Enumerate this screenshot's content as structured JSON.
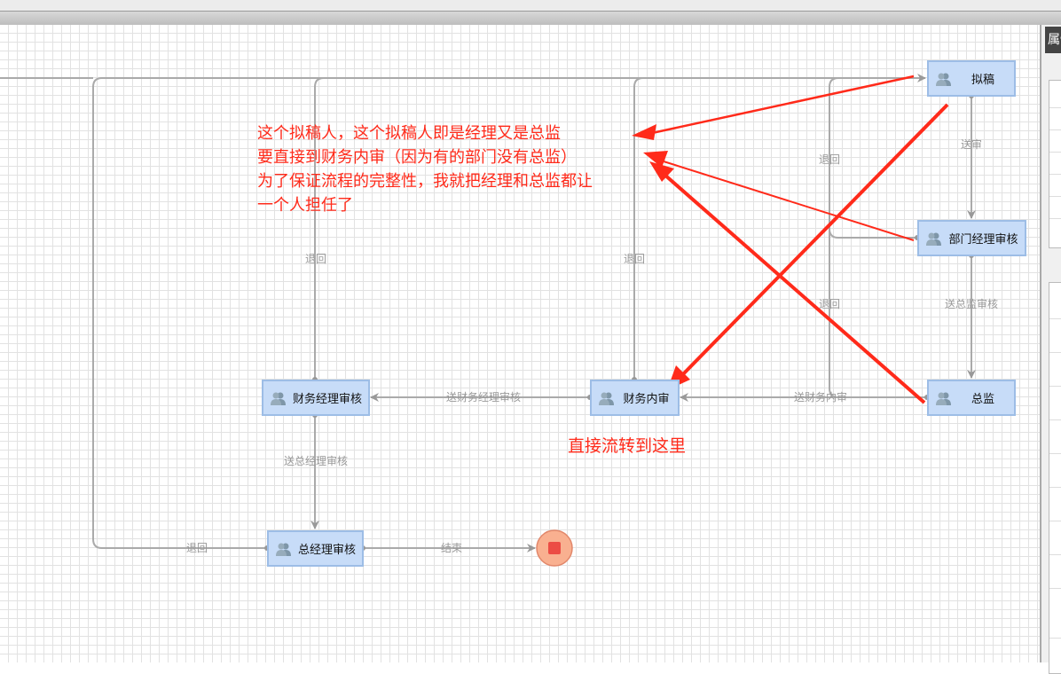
{
  "nodes": {
    "draft": "拟稿",
    "dept_manager": "部门经理审核",
    "director": "总监",
    "finance_internal": "财务内审",
    "finance_manager": "财务经理审核",
    "general_manager": "总经理审核"
  },
  "edges": {
    "send_review": "送审",
    "send_director": "送总监审核",
    "send_finance_internal": "送财务内审",
    "send_finance_manager": "送财务经理审核",
    "send_general_manager": "送总经理审核",
    "end": "结束",
    "return_1": "退回",
    "return_2": "退回",
    "return_3": "退回",
    "return_4": "退回",
    "return_5": "退回"
  },
  "annotation": {
    "lines": [
      "这个拟稿人，这个拟稿人即是经理又是总监",
      "要直接到财务内审（因为有的部门没有总监）",
      "为了保证流程的完整性，我就把经理和总监都让",
      "一个人担任了"
    ],
    "target_note": "直接流转到这里"
  },
  "right_panel": {
    "header": "属性"
  },
  "colors": {
    "node_fill": "#c7dcf8",
    "node_border": "#9dbde6",
    "edge": "#a9a9a9",
    "annotation": "#ff2a1a",
    "end_fill": "#f9b090"
  }
}
